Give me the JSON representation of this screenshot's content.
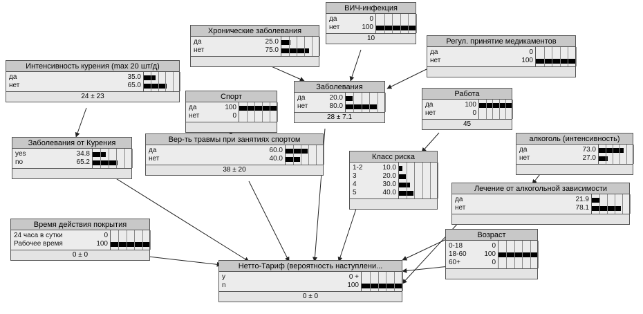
{
  "nodes": [
    {
      "id": "hiv",
      "title": "ВИЧ-инфекция",
      "footer": "10",
      "states": [
        {
          "label": "да",
          "value": "0",
          "p": 0
        },
        {
          "label": "нет",
          "value": "100",
          "p": 100
        }
      ]
    },
    {
      "id": "chronic",
      "title": "Хронические заболевания",
      "footer": "",
      "states": [
        {
          "label": "да",
          "value": "25.0",
          "p": 25
        },
        {
          "label": "нет",
          "value": "75.0",
          "p": 75
        }
      ]
    },
    {
      "id": "meds",
      "title": "Регул. принятие медикаментов",
      "footer": "",
      "states": [
        {
          "label": "да",
          "value": "0",
          "p": 0
        },
        {
          "label": "нет",
          "value": "100",
          "p": 100
        }
      ]
    },
    {
      "id": "smoking",
      "title": "Интенсивность курения (max 20 шт/д)",
      "footer": "24 ± 23",
      "states": [
        {
          "label": "да",
          "value": "35.0",
          "p": 35
        },
        {
          "label": "нет",
          "value": "65.0",
          "p": 65
        }
      ]
    },
    {
      "id": "disease",
      "title": "Заболевания",
      "footer": "28 ± 7.1",
      "states": [
        {
          "label": "да",
          "value": "20.0",
          "p": 20
        },
        {
          "label": "нет",
          "value": "80.0",
          "p": 80
        }
      ]
    },
    {
      "id": "sport",
      "title": "Спорт",
      "footer": "",
      "states": [
        {
          "label": "да",
          "value": "100",
          "p": 100
        },
        {
          "label": "нет",
          "value": "0",
          "p": 0
        }
      ]
    },
    {
      "id": "work",
      "title": "Работа",
      "footer": "45",
      "states": [
        {
          "label": "да",
          "value": "100",
          "p": 100
        },
        {
          "label": "нет",
          "value": "0",
          "p": 0
        }
      ]
    },
    {
      "id": "smokedis",
      "title": "Заболевания от Курения",
      "footer": "",
      "states": [
        {
          "label": "yes",
          "value": "34.8",
          "p": 34.8
        },
        {
          "label": "no",
          "value": "65.2",
          "p": 65.2
        }
      ]
    },
    {
      "id": "injury",
      "title": "Вер-ть травмы при занятиях спортом",
      "footer": "38 ± 20",
      "states": [
        {
          "label": "да",
          "value": "60.0",
          "p": 60
        },
        {
          "label": "нет",
          "value": "40.0",
          "p": 40
        }
      ]
    },
    {
      "id": "alcohol",
      "title": "алкоголь (интенсивность)",
      "footer": "",
      "states": [
        {
          "label": "да",
          "value": "73.0",
          "p": 73
        },
        {
          "label": "нет",
          "value": "27.0",
          "p": 27
        }
      ]
    },
    {
      "id": "risk",
      "title": "Класс риска",
      "footer": "",
      "states": [
        {
          "label": "1-2",
          "value": "10.0",
          "p": 10
        },
        {
          "label": "3",
          "value": "20.0",
          "p": 20
        },
        {
          "label": "4",
          "value": "30.0",
          "p": 30
        },
        {
          "label": "5",
          "value": "40.0",
          "p": 40
        }
      ]
    },
    {
      "id": "alcotreat",
      "title": "Лечение от алкогольной зависимости",
      "footer": "",
      "states": [
        {
          "label": "да",
          "value": "21.9",
          "p": 21.9
        },
        {
          "label": "нет",
          "value": "78.1",
          "p": 78.1
        }
      ]
    },
    {
      "id": "coverage",
      "title": "Время действия покрытия",
      "footer": "0 ± 0",
      "states": [
        {
          "label": "24 часа в сутки",
          "value": "0",
          "p": 0
        },
        {
          "label": "Рабочее время",
          "value": "100",
          "p": 100
        }
      ]
    },
    {
      "id": "age",
      "title": "Возраст",
      "footer": "",
      "states": [
        {
          "label": "0-18",
          "value": "0",
          "p": 0
        },
        {
          "label": "18-60",
          "value": "100",
          "p": 100
        },
        {
          "label": "60+",
          "value": "0",
          "p": 0
        }
      ]
    },
    {
      "id": "tariff",
      "title": "Нетто-Тариф (вероятность наступлени...",
      "footer": "0 ± 0",
      "states": [
        {
          "label": "y",
          "value": "0 +",
          "p": 0
        },
        {
          "label": "n",
          "value": "100",
          "p": 100
        }
      ]
    }
  ]
}
